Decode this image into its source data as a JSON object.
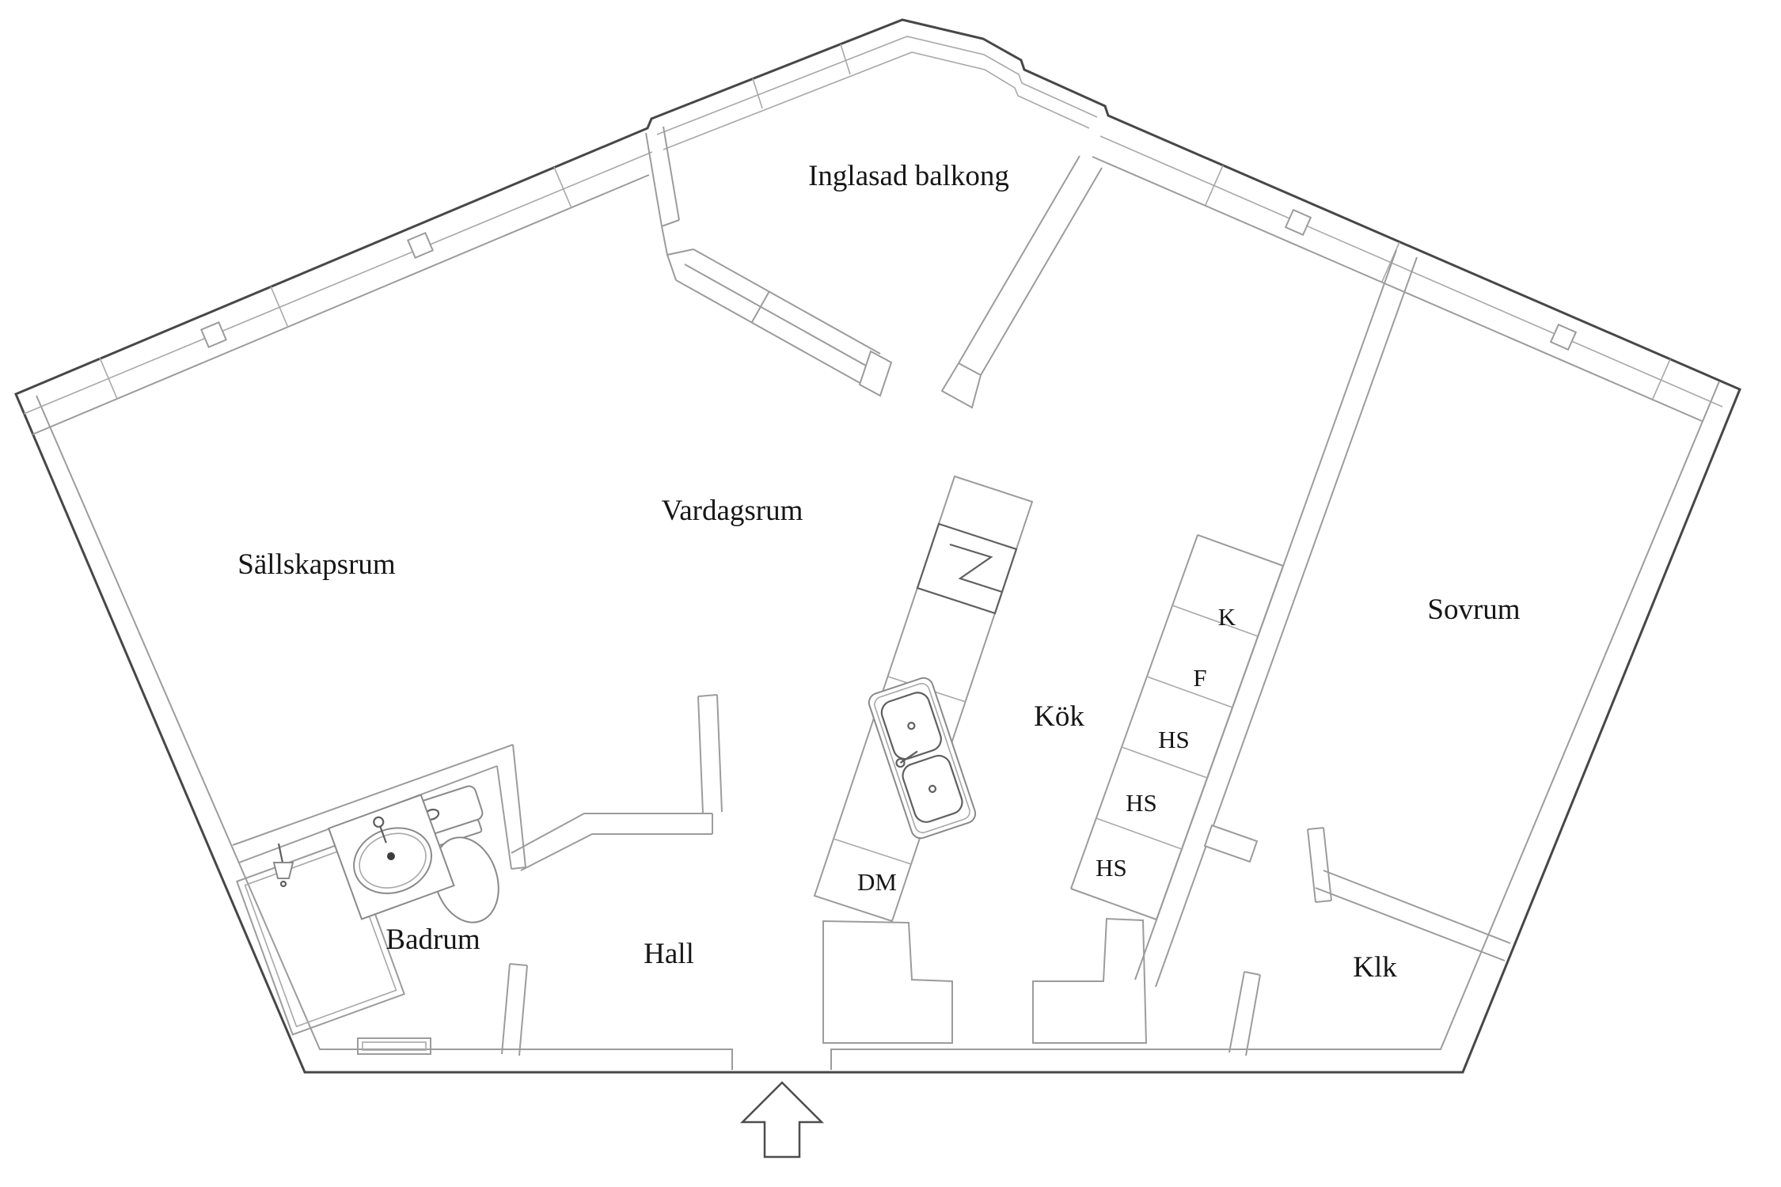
{
  "plan": {
    "type": "apartment-floorplan",
    "rooms": [
      {
        "id": "glazed-balcony",
        "label": "Inglasad balkong"
      },
      {
        "id": "sitting-room",
        "label": "Sällskapsrum"
      },
      {
        "id": "living-room",
        "label": "Vardagsrum"
      },
      {
        "id": "kitchen",
        "label": "Kök"
      },
      {
        "id": "bedroom",
        "label": "Sovrum"
      },
      {
        "id": "bathroom",
        "label": "Badrum"
      },
      {
        "id": "hall",
        "label": "Hall"
      },
      {
        "id": "walk-in-closet",
        "label": "Klk"
      }
    ],
    "appliances": [
      {
        "id": "dishwasher",
        "label": "DM"
      }
    ],
    "cabinets": [
      {
        "label": "K"
      },
      {
        "label": "F"
      },
      {
        "label": "HS"
      },
      {
        "label": "HS"
      },
      {
        "label": "HS"
      }
    ],
    "icons": {
      "entrance_arrow": "up-arrow",
      "stove": "zigzag-hob-symbol",
      "windows": "small-square-markers"
    },
    "colors": {
      "background": "#ffffff",
      "exterior_line": "#474747",
      "wall_line": "#9c9c9c",
      "text": "#161616"
    }
  }
}
